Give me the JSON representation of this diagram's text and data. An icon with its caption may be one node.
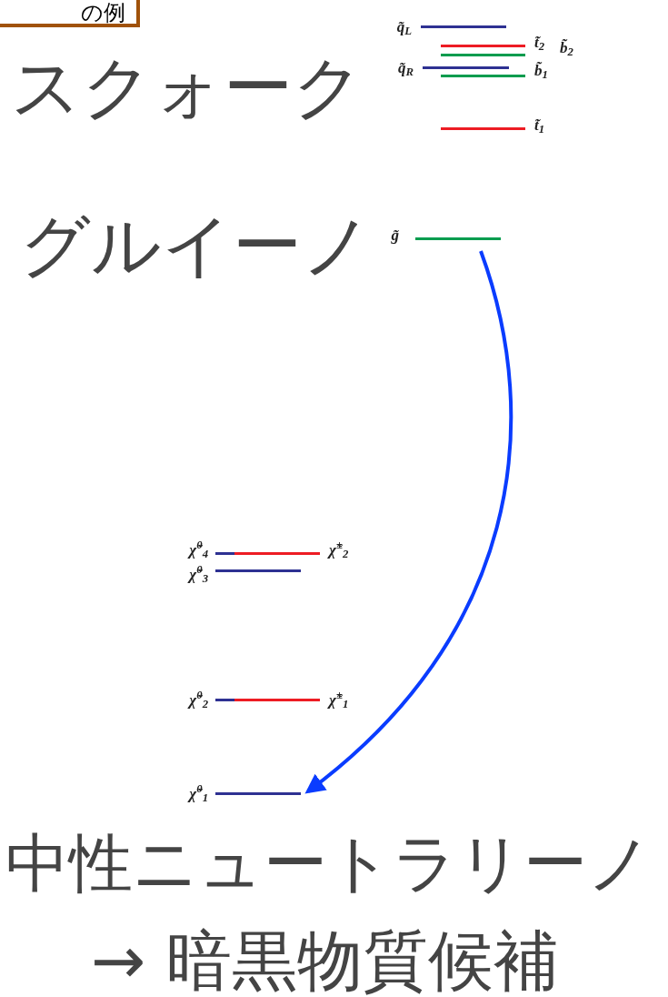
{
  "diagram": {
    "nodes": [
      {
        "text": [
          "の例"
        ]
      },
      {
        "text": [
          "q̃$_{L}$"
        ]
      },
      {
        "text": [
          "t̃$_{2}$"
        ]
      },
      {
        "text": [
          "b̃$_{2}$"
        ]
      },
      {
        "text": [
          "q̃$_{R}$"
        ]
      },
      {
        "text": [
          "b̃$_{1}$"
        ]
      },
      {
        "text": [
          "t̃$_{1}$"
        ]
      },
      {
        "text": [
          "g̃"
        ]
      },
      {
        "text": [
          "χ̃$^{0}$$_{4}$"
        ]
      },
      {
        "text": [
          "χ̃$^{±}$$_{2}$"
        ]
      },
      {
        "text": [
          "χ̃$^{0}$$_{3}$"
        ]
      },
      {
        "text": [
          "χ̃$^{0}$$_{2}$"
        ]
      },
      {
        "text": [
          "χ̃$^{±}$$_{1}$"
        ]
      },
      {
        "text": [
          "χ̃$^{0}$$_{1}$"
        ]
      }
    ],
    "edges": [
      {
        "from": 7,
        "to": 13,
        "arrow": "to",
        "color": "#0a3cff"
      }
    ],
    "labels": [
      "スクォーク",
      "グルイーノ",
      "中性ニュートラリーノ",
      "→ 暗黒物質候補"
    ]
  }
}
